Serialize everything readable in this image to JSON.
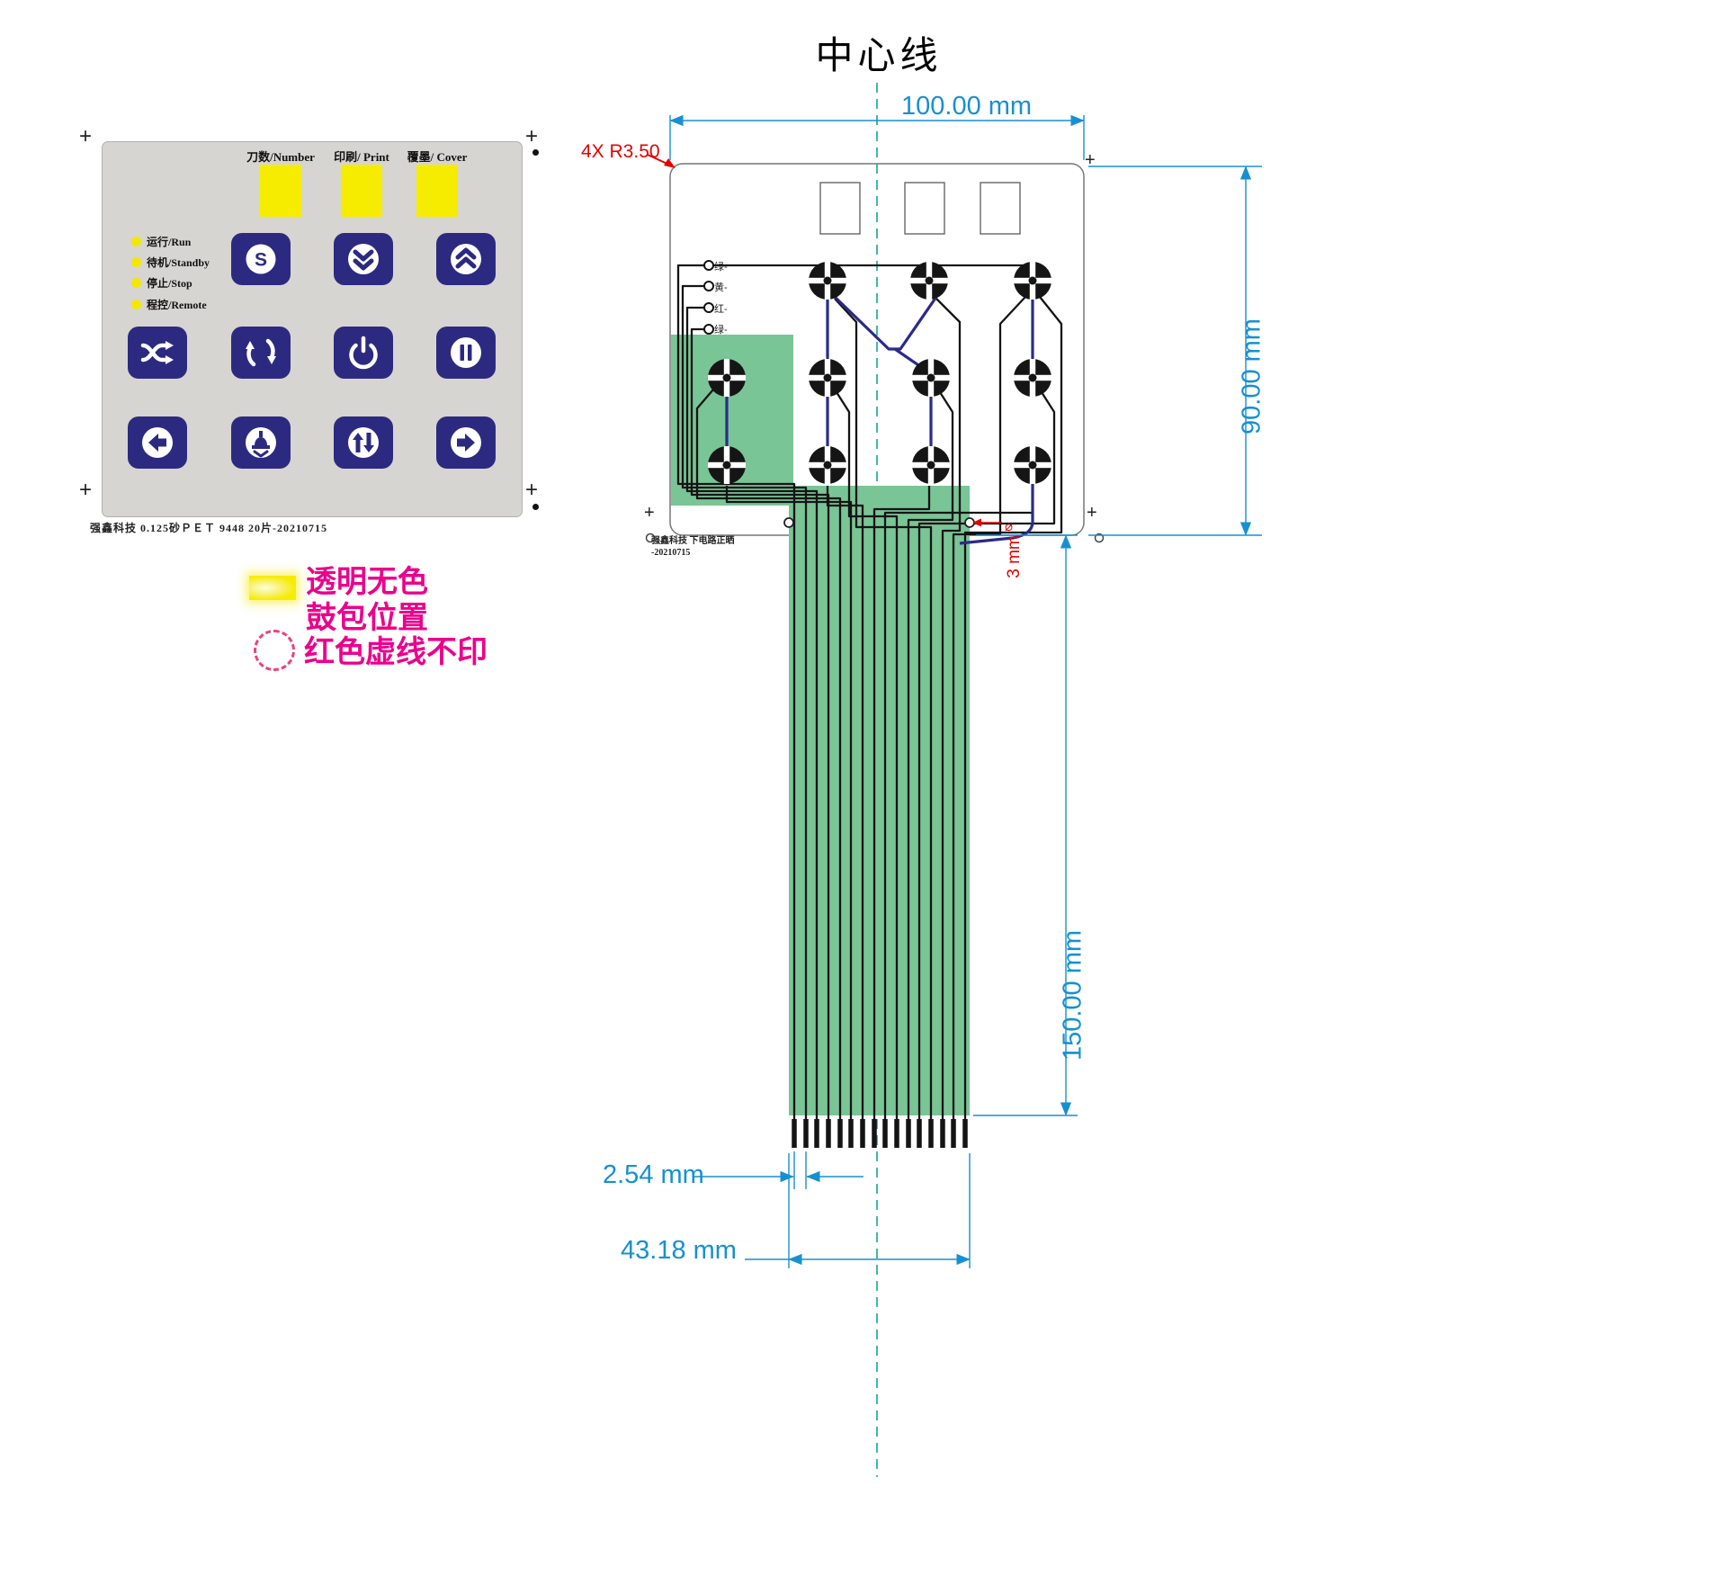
{
  "title": "中心线",
  "symbols": {
    "cross": "+"
  },
  "keypad": {
    "top_labels": [
      "刀数/Number",
      "印刷/ Print",
      "覆墨/ Cover"
    ],
    "leds": [
      "运行/Run",
      "待机/Standby",
      "停止/Stop",
      "程控/Remote"
    ],
    "s_label": "S",
    "footer": "强鑫科技  0.125砂ＰＥＴ  9448  20片-20210715"
  },
  "legend": {
    "line1": "透明无色",
    "line2": "鼓包位置",
    "line3": "红色虚线不印"
  },
  "dims": {
    "width": "100.00 mm",
    "height": "90.00 mm",
    "tail_length": "150.00 mm",
    "pitch": "2.54 mm",
    "tail_width": "43.18 mm",
    "corner_radius": "4X R3.50",
    "hole_symbol": "⌀",
    "hole": "3 mm"
  },
  "circuit": {
    "wire_labels": [
      "绿-",
      "黄-",
      "红-",
      "绿-"
    ],
    "footer_line1": "强鑫科技  下电路正晒",
    "footer_line2": "-20210715"
  },
  "colors": {
    "panel_gray": "#d7d5d1",
    "button_navy": "#2c2a80",
    "window_yellow": "#f6ec00",
    "ribbon_green": "#79c596",
    "dimension_blue": "#1690d2",
    "centerline_teal": "#13a3a3",
    "legend_magenta": "#ec008c",
    "annotation_red": "#e60000",
    "trace_blue": "#2b2a8a"
  }
}
